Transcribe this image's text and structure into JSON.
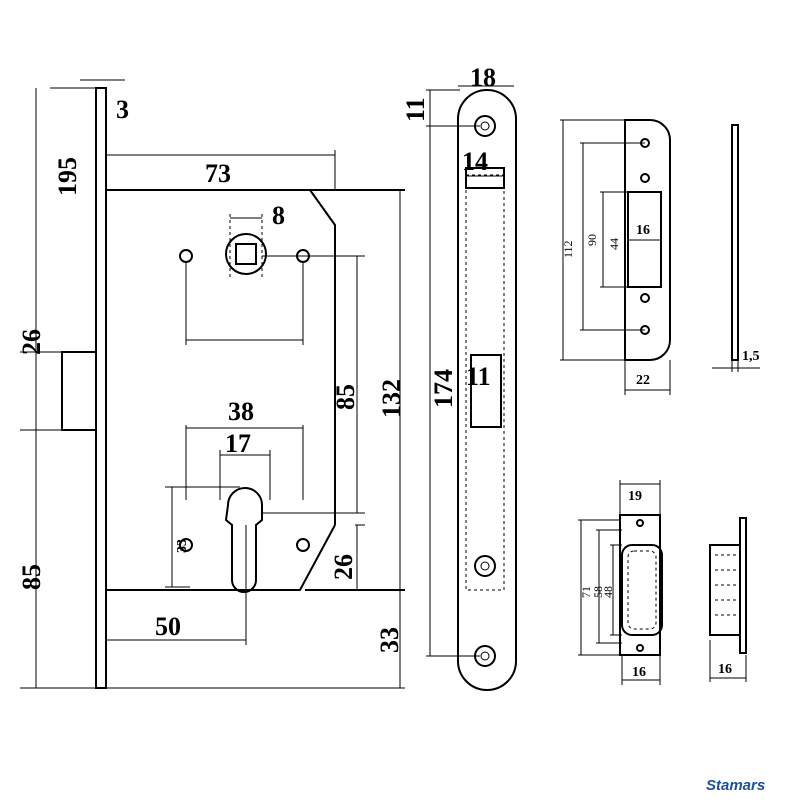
{
  "brand": "Stamars",
  "lock_body": {
    "plate_thickness": "3",
    "total_height": "195",
    "backset": "73",
    "spindle": "8",
    "handle_to_cylinder": "85",
    "body_height": "132",
    "latch_offset": "26",
    "cylinder_axis_width": "38",
    "cylinder_width": "17",
    "cylinder_height": "33",
    "backset_cyl": "50",
    "bevel": "26",
    "bottom_offset": "33",
    "latch_bottom": "85"
  },
  "faceplate": {
    "width": "18",
    "top_offset": "11",
    "latch_width": "14",
    "length": "174",
    "bolt_width": "11"
  },
  "strike_plate": {
    "length": "112",
    "hole_spacing": "90",
    "opening_height": "44",
    "opening_width": "16",
    "width": "22",
    "thickness": "1,5"
  },
  "strike_box": {
    "width": "19",
    "outer": "71",
    "mid": "58",
    "inner": "48",
    "box_width": "16",
    "side_depth": "16"
  }
}
